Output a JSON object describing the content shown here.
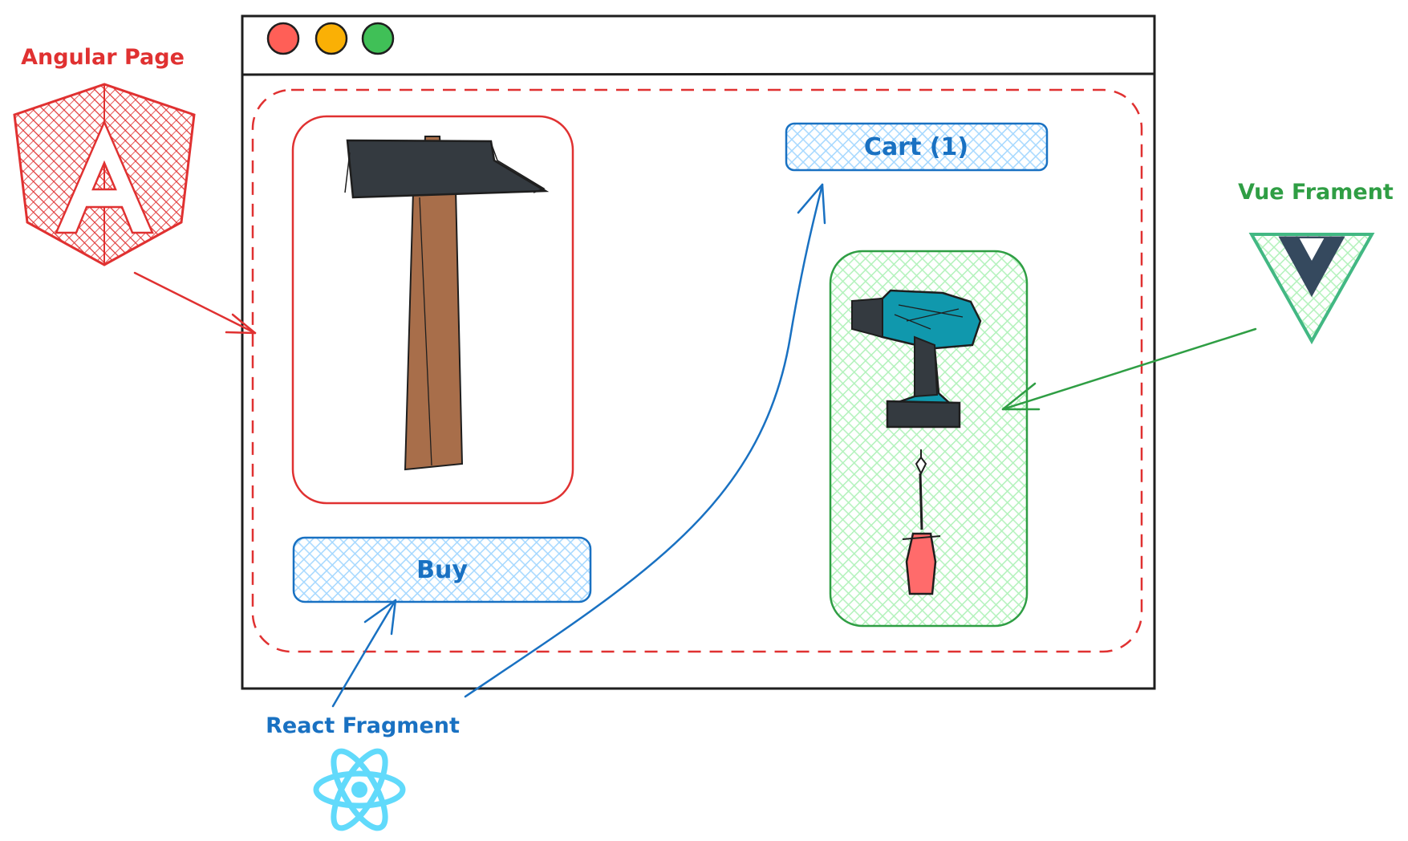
{
  "window": {
    "controls": [
      "close-dot",
      "minimize-dot",
      "maximize-dot"
    ]
  },
  "buttons": {
    "buy_label": "Buy",
    "cart_label": "Cart (1)"
  },
  "annotations": {
    "angular": "Angular Page",
    "react": "React Fragment",
    "vue": "Vue Frament"
  },
  "colors": {
    "angular": "#e03131",
    "react_text": "#1971c2",
    "react_logo": "#61dafb",
    "vue_green": "#2f9e44",
    "vue_logo_green": "#42b883",
    "vue_logo_dark": "#35495e",
    "button_fill": "#a5d8ff",
    "vue_panel_fill": "#b2f2bb",
    "close": "#ff5f57",
    "minimize": "#febc2e",
    "maximize": "#40c057"
  },
  "icons": [
    "angular-logo-icon",
    "react-logo-icon",
    "vue-logo-icon",
    "hammer-icon",
    "drill-icon",
    "screwdriver-icon"
  ]
}
